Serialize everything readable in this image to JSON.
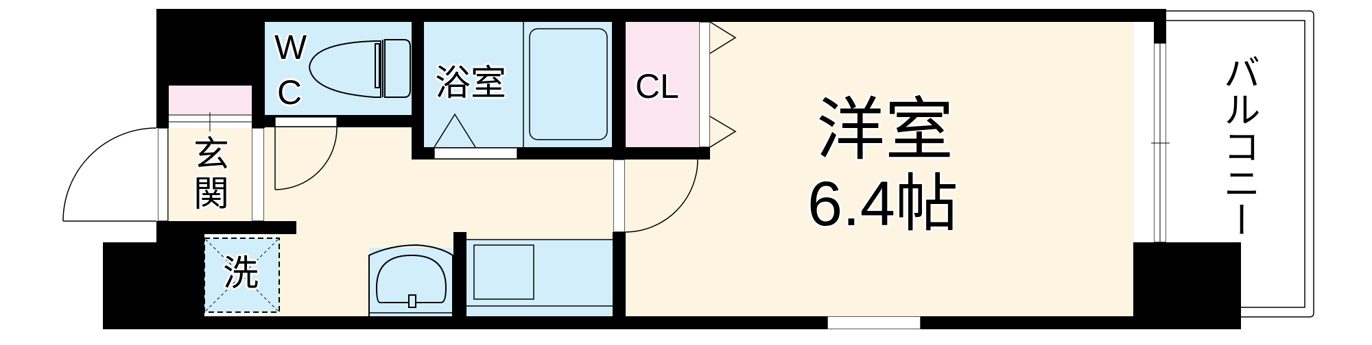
{
  "floorplan": {
    "rooms": {
      "western_room": {
        "label": "洋室",
        "size": "6.4帖"
      },
      "closet": {
        "label": "CL"
      },
      "bathroom": {
        "label": "浴室"
      },
      "toilet": {
        "label_line1": "W",
        "label_line2": "C"
      },
      "entrance": {
        "label_line1": "玄",
        "label_line2": "関"
      },
      "washer": {
        "label": "洗"
      },
      "balcony": {
        "label": "バルコニー"
      }
    },
    "colors": {
      "wall": "#000000",
      "floor": "#fdf4e2",
      "wet_area": "#d2eefb",
      "storage": "#fbe6ef",
      "background": "#ffffff"
    }
  }
}
